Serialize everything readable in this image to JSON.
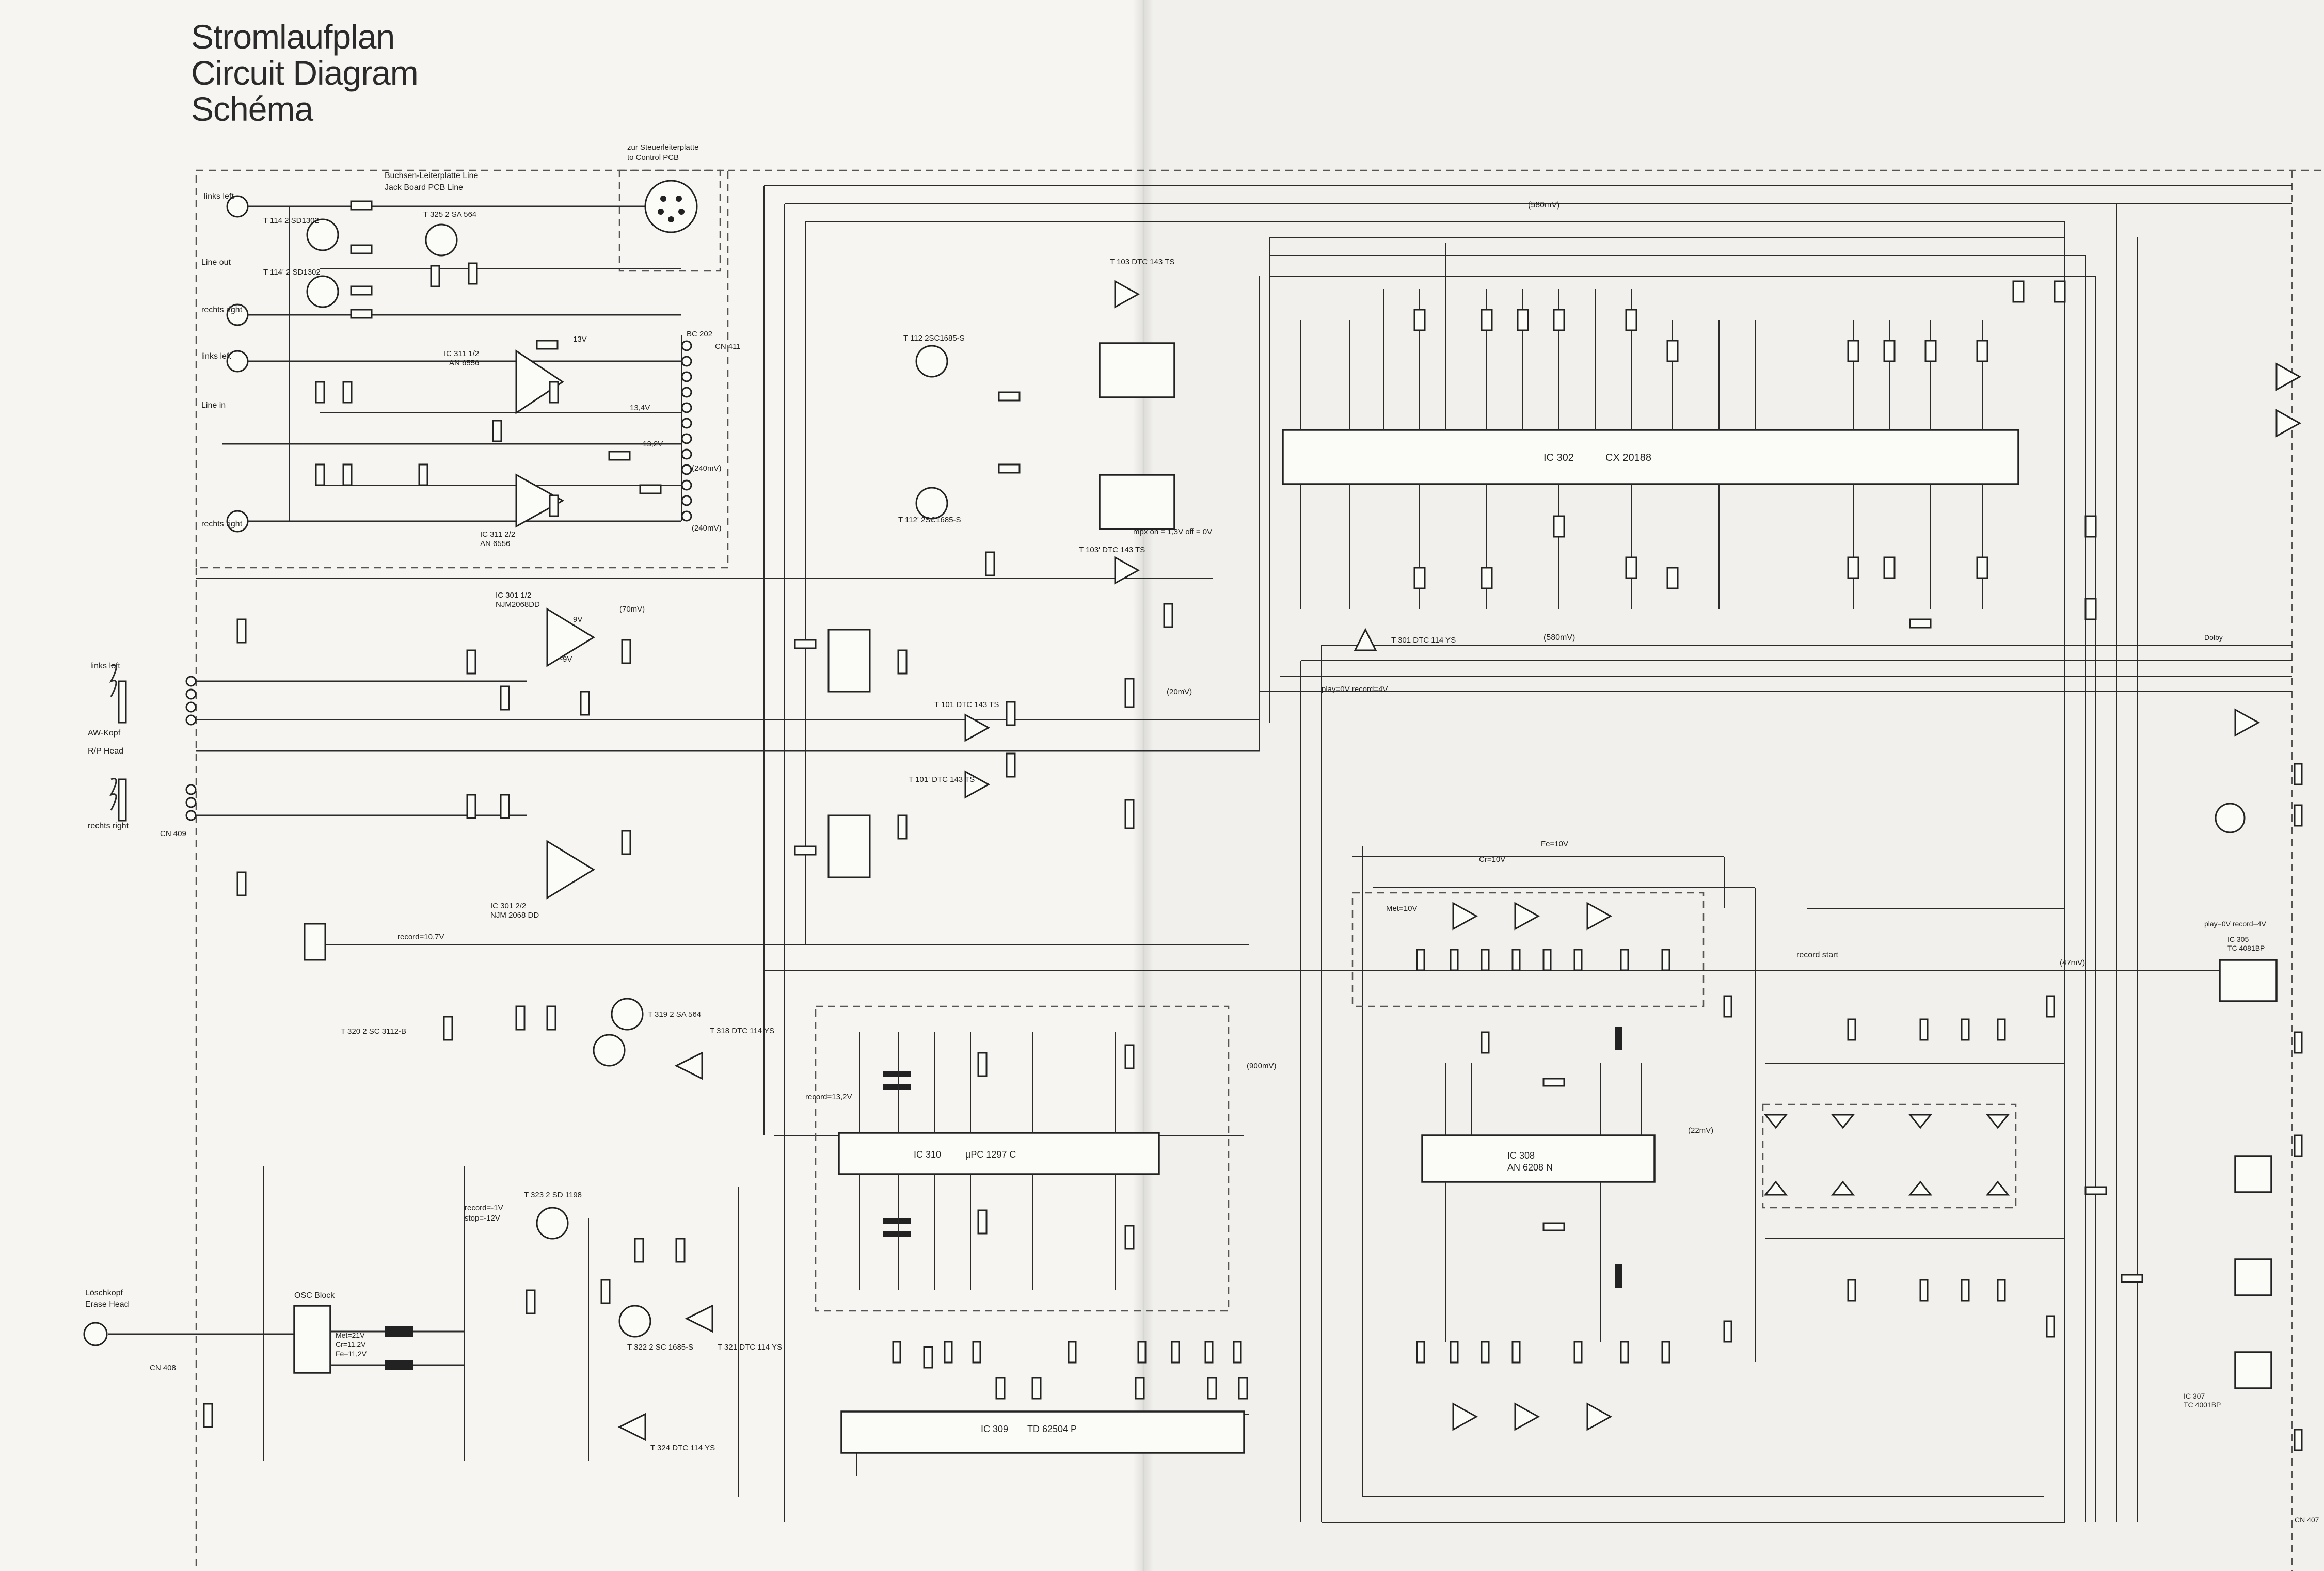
{
  "title": {
    "lines": [
      "Stromlaufplan",
      "Circuit Diagram",
      "Schéma"
    ]
  },
  "labels": {
    "jack_board": "Buchsen-Leiterplatte Line",
    "jack_board_en": "Jack Board PCB Line",
    "control_pcb": "zur Steuerleiterplatte",
    "control_pcb_en": "to Control PCB",
    "links_left": "links left",
    "line_out": "Line out",
    "rechts_right": "rechts right",
    "line_in": "Line in",
    "aw_kopf": "AW-Kopf",
    "rp_head": "R/P Head",
    "loeschkopf": "Löschkopf",
    "erase_head": "Erase Head",
    "osc_block": "OSC Block",
    "play_record": "play=0V   record=4V",
    "record_start": "record start",
    "mpx": "mpx on = 1,3V off = 0V",
    "dolby": "Dolby",
    "play_record_right": "play=0V record=4V"
  },
  "connectors": [
    "CN 411",
    "CN 409",
    "CN 408",
    "BC 202",
    "CN 407"
  ],
  "ics": [
    {
      "ref": "IC 311 1/2",
      "part": "AN 6556"
    },
    {
      "ref": "IC 311 2/2",
      "part": "AN 6556"
    },
    {
      "ref": "IC 301 1/2",
      "part": "NJM2068DD"
    },
    {
      "ref": "IC 301 2/2",
      "part": "NJM 2068 DD"
    },
    {
      "ref": "IC 302",
      "part": "CX 20188"
    },
    {
      "ref": "IC 310",
      "part": "µPC 1297 C"
    },
    {
      "ref": "IC 308",
      "part": "AN 6208 N"
    },
    {
      "ref": "IC 309",
      "part": "TD 62504 P"
    },
    {
      "ref": "IC 305",
      "part": "TC 4081BP"
    },
    {
      "ref": "IC 307",
      "part": "TC 4001BP"
    }
  ],
  "transistors": [
    "T 114 2 SD1302",
    "T 114' 2 SD1302",
    "T 325 2 SA 564",
    "T 103 DTC 143 TS",
    "T 103' DTC 143 TS",
    "T 112 2SC1685-S",
    "T 112' 2SC1685-S",
    "T 101 DTC 143 TS",
    "T 101' DTC 143 TS",
    "T 320 2 SC 3112-B",
    "T 319 2 SA 564",
    "T 318 DTC 114 YS",
    "T 323 2 SD 1198",
    "T 322 2 SC 1685-S",
    "T 321 DTC 114 YS",
    "T 324 DTC 114 YS",
    "T 301 DTC 114 YS"
  ],
  "voltages": [
    "13V",
    "13,4V",
    "-13,2V",
    "(580mV)",
    "(20mV)",
    "(240mV)",
    "(240mV)",
    "-9V",
    "9V",
    "(70mV)",
    "(900mV)",
    "(22mV)",
    "(47mV)",
    "record=10,7V",
    "Met=10V",
    "Cr=10V",
    "Fe=10V",
    "record=13,2V",
    "record=-1V",
    "stop=-12V",
    "Met=21V",
    "Cr=11,2V",
    "Fe=11,2V"
  ],
  "colors": {
    "ink": "#2b2b2b",
    "paper_left": "#f6f5f1",
    "paper_right": "#f1f0ec"
  }
}
